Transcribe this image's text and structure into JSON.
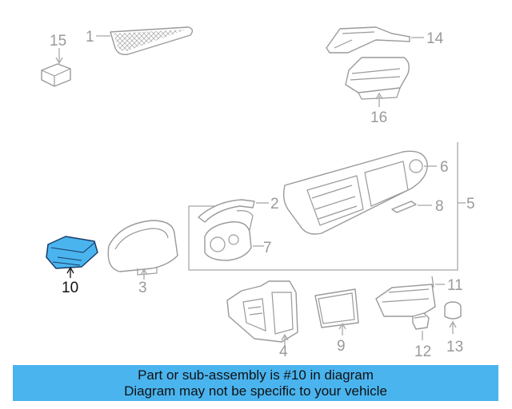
{
  "callouts": {
    "c1": "1",
    "c2": "2",
    "c3": "3",
    "c4": "4",
    "c5": "5",
    "c6": "6",
    "c7": "7",
    "c8": "8",
    "c9": "9",
    "c10": "10",
    "c11": "11",
    "c12": "12",
    "c13": "13",
    "c14": "14",
    "c15": "15",
    "c16": "16"
  },
  "highlight": {
    "part": "10",
    "color": "#4ab4ef"
  },
  "banner": {
    "line1": "Part or sub-assembly is #10 in diagram",
    "line2": "Diagram may not be specific to your vehicle",
    "color": "#4ab4ef"
  }
}
